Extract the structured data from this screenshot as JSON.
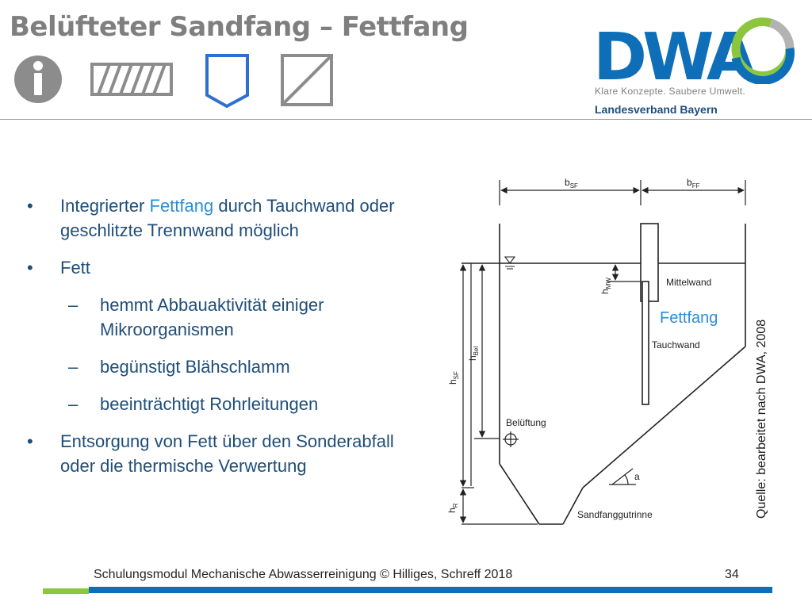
{
  "slide": {
    "title": "Belüfteter Sandfang – Fettfang",
    "icons": [
      "info-icon",
      "hatched-rectangle-icon",
      "pentagon-shield-icon",
      "diagonal-square-icon"
    ]
  },
  "logo": {
    "text": "DWA",
    "tagline": "Klare Konzepte. Saubere Umwelt.",
    "subtitle": "Landesverband Bayern",
    "colors": {
      "blue": "#0e6fb8",
      "green": "#8cc63f",
      "gray": "#b3b3b3"
    }
  },
  "bullets": {
    "item1_pre": "Integrierter ",
    "item1_highlight": "Fettfang",
    "item1_post": " durch Tauchwand oder geschlitzte Trennwand möglich",
    "item2": "Fett",
    "sub1": "hemmt Abbauaktivität einiger Mikroorganismen",
    "sub2": "begünstigt Blähschlamm",
    "sub3": "beeinträchtigt Rohrleitungen",
    "item3": "Entsorgung von Fett über den Sonderabfall oder die thermische Verwertung",
    "bullet_symbol": "•",
    "dash_symbol": "–"
  },
  "diagram": {
    "b_sf": "b",
    "b_sf_sub": "SF",
    "b_ff": "b",
    "b_ff_sub": "FF",
    "h_mw": "h",
    "h_mw_sub": "MW",
    "h_bel": "h",
    "h_bel_sub": "Bel",
    "h_sf": "h",
    "h_sf_sub": "SF",
    "h_r": "h",
    "h_r_sub": "R",
    "mittelwand": "Mittelwand",
    "fettfang": "Fettfang",
    "tauchwand": "Tauchwand",
    "belueftung": "Belüftung",
    "angle": "a",
    "sandfanggutrinne": "Sandfanggutrinne"
  },
  "source": "Quelle: bearbeitet nach DWA, 2008",
  "footer": {
    "text": "Schulungsmodul Mechanische Abwasserreinigung © Hilliges, Schreff  2018",
    "page": "34"
  },
  "colors": {
    "title": "#7f7f7f",
    "text": "#1f4e79",
    "highlight": "#2c8ed8",
    "icon_blue": "#2f6fd0",
    "footer_blue": "#0e6fb8",
    "footer_green": "#8cc63f"
  }
}
